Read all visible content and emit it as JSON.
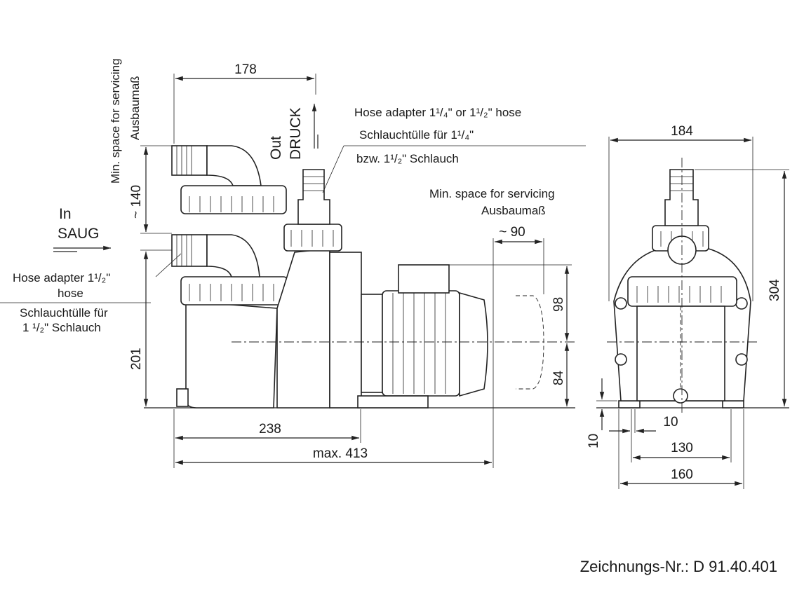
{
  "side_view": {
    "dim_top_width": "178",
    "dim_min_space_vertical_en": "Min. space for servicing",
    "dim_min_space_vertical_de": "Ausbaumaß",
    "dim_approx_140": "~ 140",
    "dim_height_201": "201",
    "dim_base_238": "238",
    "dim_max_413": "max. 413",
    "dim_approx_90": "~ 90",
    "dim_98": "98",
    "dim_84": "84",
    "outlet_en": "Out",
    "outlet_de": "DRUCK",
    "inlet_en": "In",
    "inlet_de": "SAUG",
    "hose_out_en": "Hose adapter 1¹/₄\"  or 1¹/₂\" hose",
    "hose_out_de_1": "Schlauchtülle für 1¹/₄\"",
    "hose_out_de_2": "bzw. 1¹/₂\" Schlauch",
    "service_space_en": "Min. space for servicing",
    "service_space_de": "Ausbaumaß",
    "hose_in_en_1": "Hose adapter 1¹/₂\"",
    "hose_in_en_2": "hose",
    "hose_in_de_1": "Schlauchtülle für",
    "hose_in_de_2": "1 ¹/₂\"  Schlauch"
  },
  "front_view": {
    "dim_width_184": "184",
    "dim_height_304": "304",
    "dim_10_horizontal": "10",
    "dim_10_vertical": "10",
    "dim_130": "130",
    "dim_160": "160"
  },
  "footer": {
    "drawing_number": "Zeichnungs-Nr.: D 91.40.401"
  }
}
